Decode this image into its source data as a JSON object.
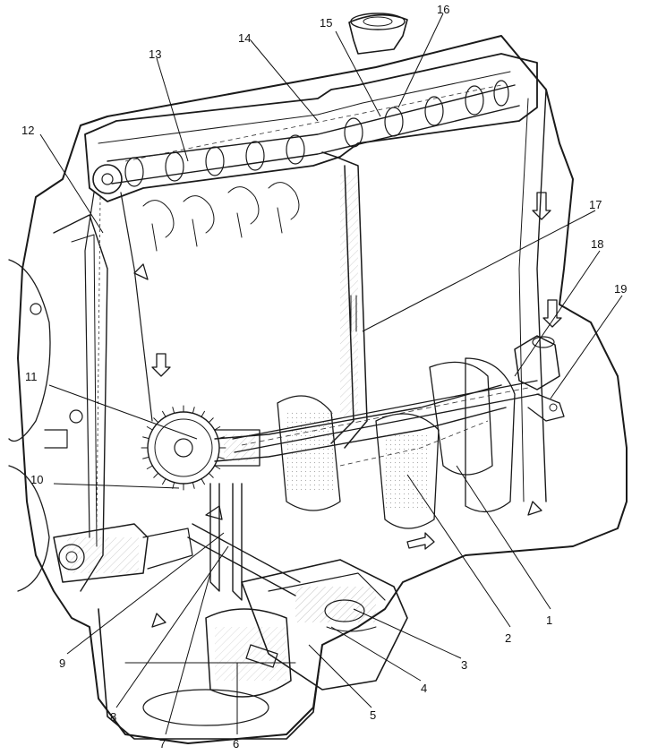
{
  "callouts": [
    "1",
    "2",
    "3",
    "4",
    "5",
    "6",
    "7",
    "8",
    "9",
    "10",
    "11",
    "12",
    "13",
    "14",
    "15",
    "16",
    "17",
    "18",
    "19"
  ],
  "colors": {
    "ink": "#1a1a1a",
    "background": "#ffffff"
  }
}
